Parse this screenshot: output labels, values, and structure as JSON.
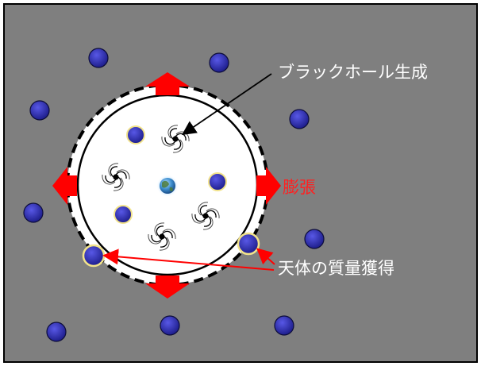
{
  "labels": {
    "black_hole_formation": "ブラックホール生成",
    "expansion": "膨張",
    "mass_gain": "天体の質量獲得"
  },
  "colors": {
    "background": "#7f7f7f",
    "frame": "#000000",
    "body_fill": "#2b2ba6",
    "body_stroke": "#0d0d3a",
    "highlight_ring": "#f2e38a",
    "arrow_red": "#ff0000",
    "label_white": "#ffffff",
    "label_red": "#ff2020",
    "central_body": "#3f7fbf"
  },
  "icons": {
    "black_hole": "spiral-black-hole-icon",
    "central_body": "earth-icon",
    "expansion_arrow": "red-arrow-icon"
  }
}
